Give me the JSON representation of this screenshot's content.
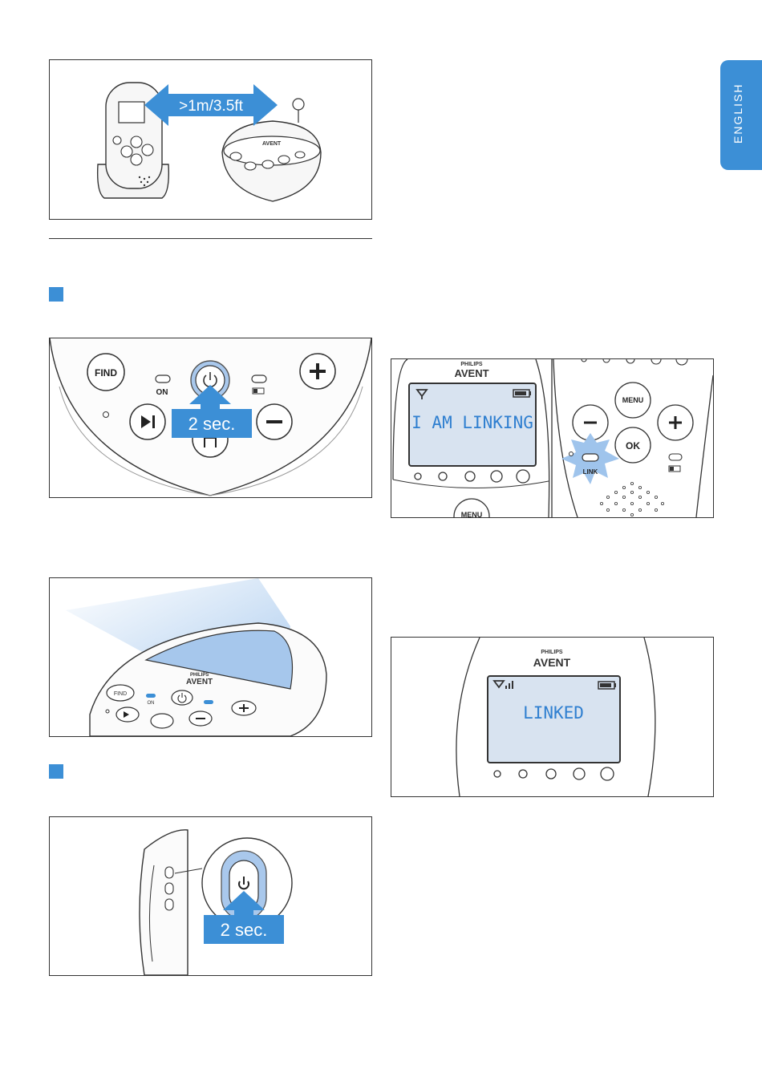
{
  "side_tab": {
    "label": "ENGLISH"
  },
  "colors": {
    "accent": "#3c8fd6",
    "lcd_background": "#d8e3f0",
    "lcd_text": "#2f7fd0",
    "glow": "#9fc4ec"
  },
  "figures": {
    "distance": {
      "label": ">1m/3.5ft",
      "brand": "AVENT"
    },
    "base_unit_power": {
      "find_label": "FIND",
      "on_label": "ON",
      "press_label": "2 sec.",
      "icons": [
        "power-icon",
        "plus-icon",
        "minus-icon",
        "play-pause-icon",
        "lullaby-icon",
        "battery-icon"
      ]
    },
    "base_unit_light": {
      "find_label": "FIND",
      "on_label": "ON",
      "brand_top": "PHILIPS",
      "brand": "AVENT"
    },
    "parent_unit_power": {
      "press_label": "2 sec."
    },
    "linking": {
      "brand_top": "PHILIPS",
      "brand": "AVENT",
      "lcd_text": "I AM LINKING",
      "menu_label": "MENU",
      "ok_label": "OK",
      "link_label": "LINK"
    },
    "linked": {
      "brand_top": "PHILIPS",
      "brand": "AVENT",
      "lcd_text": "LINKED"
    }
  }
}
